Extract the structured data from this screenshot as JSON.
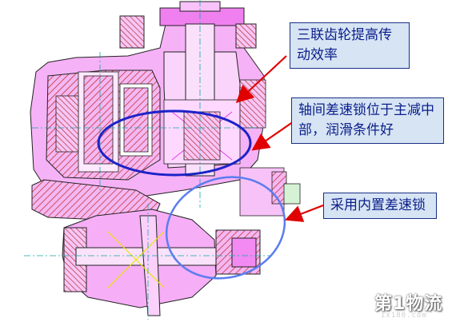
{
  "callouts": [
    {
      "id": "c1",
      "text": "三联齿轮提高传动效率"
    },
    {
      "id": "c2",
      "text": "轴间差速锁位于主减中部，润滑条件好"
    },
    {
      "id": "c3",
      "text": "采用内置差速锁"
    }
  ],
  "watermark": {
    "mark": "第1物流",
    "sub": "ix180.com"
  },
  "colors": {
    "housing": "#ee82ee",
    "hatch": "#cc1f1f",
    "centerline": "#11a7a7",
    "outline": "#222222",
    "callout_bg": "#d6e4f4",
    "callout_text": "#0b1e8a",
    "arrow": "#e00000",
    "ellipse_dark": "#1d22c8",
    "ellipse_light": "#5b7df0"
  },
  "icons": [
    "drawing",
    "red-arrow",
    "blue-ellipse",
    "logo"
  ]
}
